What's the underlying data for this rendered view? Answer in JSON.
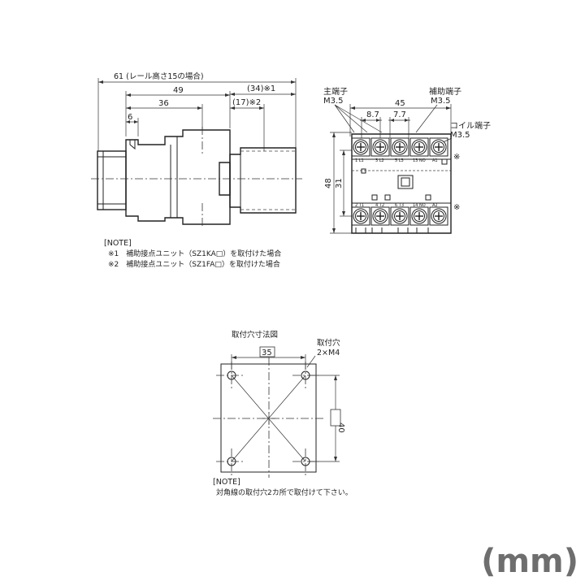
{
  "side_view": {
    "dim_61": "61 (レール高さ15の場合)",
    "dim_49": "49",
    "dim_34": "(34)※1",
    "dim_36": "36",
    "dim_17": "(17)※2",
    "dim_6": "6"
  },
  "front_view": {
    "main_terminal": "主端子",
    "main_terminal_size": "M3.5",
    "aux_terminal": "補助端子",
    "aux_terminal_size": "M3.5",
    "coil_terminal": "コイル端子",
    "coil_terminal_size": "M3.5",
    "dim_45": "45",
    "dim_8_7": "8.7",
    "dim_7_7": "7.7",
    "dim_48": "48",
    "dim_31": "31",
    "note_mark_upper": "※",
    "note_mark_lower": "※",
    "top_labels": [
      "1 L1",
      "3 L2",
      "5 L3",
      "13 NO",
      "A1"
    ],
    "bottom_labels": [
      "2 T1",
      "4 T2",
      "6 T3",
      "14 NO",
      "A2"
    ]
  },
  "note1": {
    "title": "[NOTE]",
    "line1": "※1　補助接点ユニット（SZ1KA□）を取付けた場合",
    "line2": "※2　補助接点ユニット（SZ1FA□）を取付けた場合"
  },
  "mounting": {
    "title": "取付穴寸法図",
    "hole_label": "取付穴",
    "hole_size": "2×M4",
    "dim_35": "35",
    "dim_40": "40"
  },
  "note2": {
    "title": "[NOTE]",
    "line1": "対角線の取付穴2カ所で取付けて下さい。"
  },
  "unit": "(mm)"
}
